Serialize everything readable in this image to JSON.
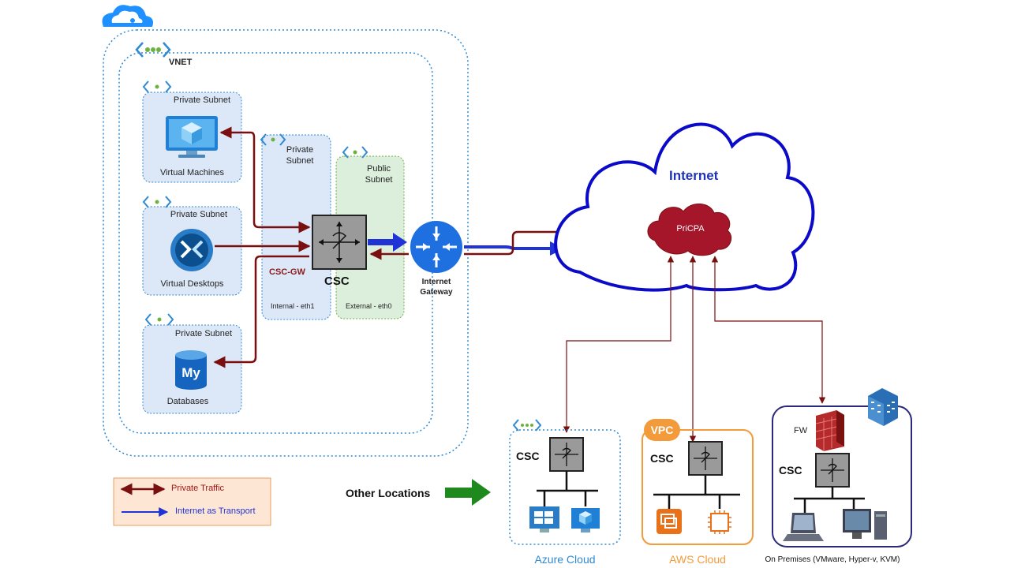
{
  "vnet": {
    "label": "VNET"
  },
  "subnets": {
    "vm": "Private Subnet",
    "vdi": "Private Subnet",
    "db": "Private Subnet",
    "gw_private_1": "Private",
    "gw_private_2": "Subnet",
    "gw_public_1": "Public",
    "gw_public_2": "Subnet"
  },
  "resources": {
    "vm": "Virtual Machines",
    "vdi": "Virtual Desktops",
    "db": "Databases"
  },
  "gateway": {
    "name": "CSC-GW",
    "csc": "CSC",
    "internal": "Internal - eth1",
    "external": "External - eth0",
    "igw_1": "Internet",
    "igw_2": "Gateway"
  },
  "internet": {
    "label": "Internet",
    "pricpa": "PriCPA"
  },
  "legend": {
    "private": "Private Traffic",
    "internet": "Internet as Transport"
  },
  "other_locations": "Other Locations",
  "azure": {
    "csc": "CSC",
    "caption": "Azure Cloud"
  },
  "aws": {
    "vpc": "VPC",
    "csc": "CSC",
    "caption": "AWS Cloud"
  },
  "onprem": {
    "fw": "FW",
    "csc": "CSC",
    "caption": "On Premises (VMware, Hyper-v, KVM)"
  },
  "icons": {
    "azure_cloud": "azure-cloud-icon",
    "vnet": "vnet-icon",
    "subnet": "subnet-icon",
    "vm": "virtual-machine-icon",
    "vdi": "remote-desktop-icon",
    "db": "mysql-database-icon",
    "router": "router-icon",
    "csc": "switch-icon",
    "firewall": "firewall-icon",
    "building": "building-icon",
    "laptop": "laptop-icon",
    "desktop": "desktop-icon",
    "ec2": "ec2-instance-icon",
    "chip": "chip-icon"
  },
  "colors": {
    "private_traffic": "#7a0f0f",
    "internet_transport": "#1f33d6",
    "internet_cloud": "#0a0ac8",
    "pricpa": "#a5162b",
    "azure": "#2f8ad2",
    "aws": "#f39a3a",
    "onprem": "#2a2a7a",
    "other_arrow": "#1e8a1e"
  }
}
